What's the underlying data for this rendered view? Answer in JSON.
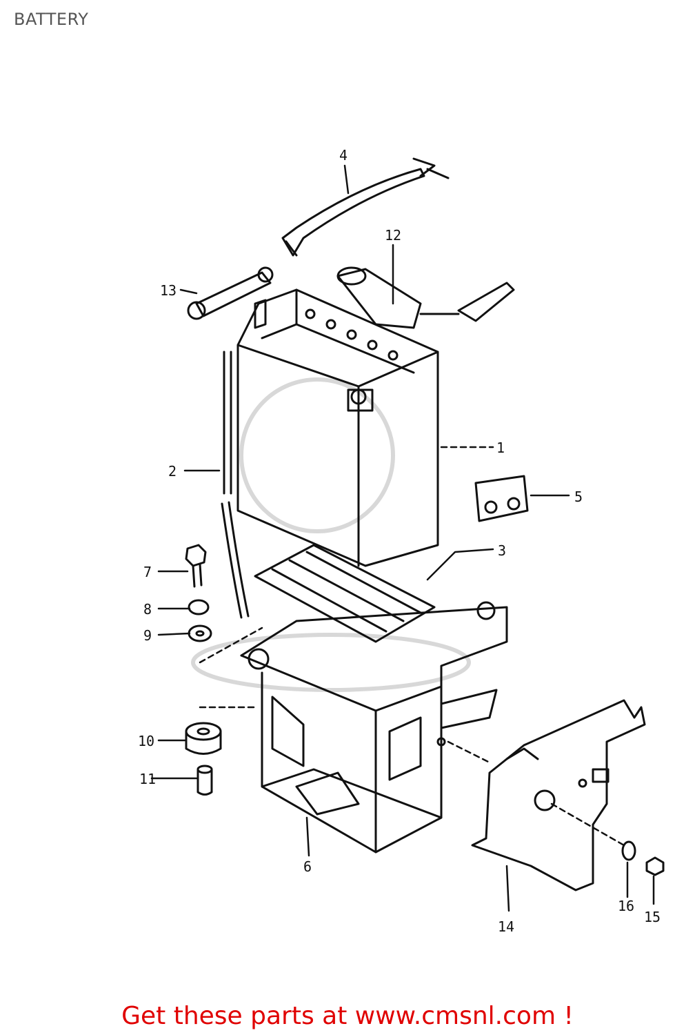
{
  "header": {
    "title": "BATTERY"
  },
  "diagram": {
    "callouts": [
      "1",
      "2",
      "3",
      "4",
      "5",
      "6",
      "7",
      "8",
      "9",
      "10",
      "11",
      "12",
      "13",
      "14",
      "15",
      "16"
    ]
  },
  "footer": {
    "prefix": "Get these parts at",
    "link": "www.cmsnl.com",
    "suffix": "!",
    "color": "#e00000"
  }
}
